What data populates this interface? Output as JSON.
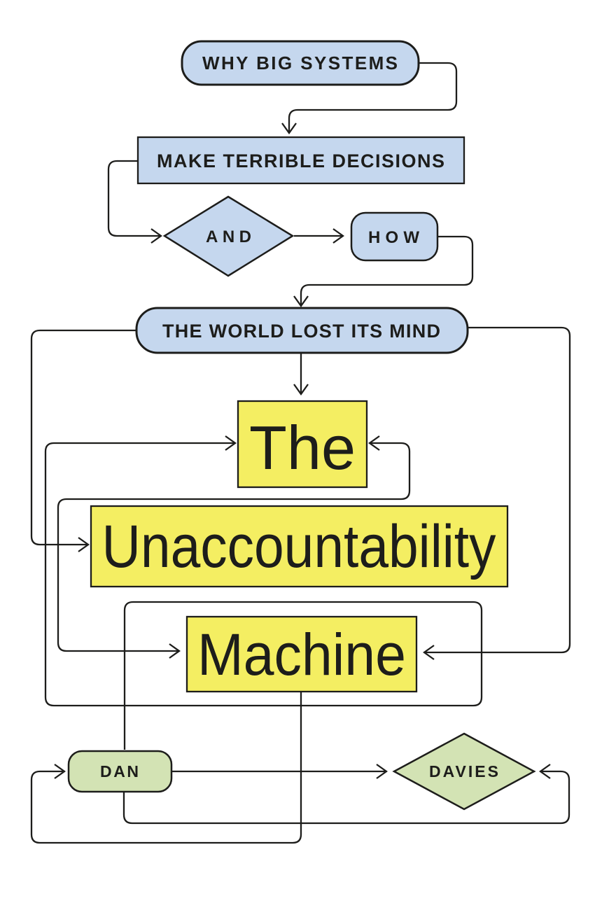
{
  "cover": {
    "background": "#ffffff",
    "ink": "#1d1d1b",
    "node_fills": {
      "blue": "#c5d7ee",
      "yellow": "#f4ee62",
      "green": "#d3e3b4"
    },
    "nodes": {
      "why_big_systems": "WHY BIG SYSTEMS",
      "make_terrible_decisions": "MAKE TERRIBLE DECISIONS",
      "and": "AND",
      "how": "HOW",
      "the_world_lost_its_mind": "THE WORLD LOST ITS MIND",
      "title_word_1": "The",
      "title_word_2": "Unaccountability",
      "title_word_3": "Machine",
      "author_first_name": "DAN",
      "author_last_name": "DAVIES"
    }
  }
}
